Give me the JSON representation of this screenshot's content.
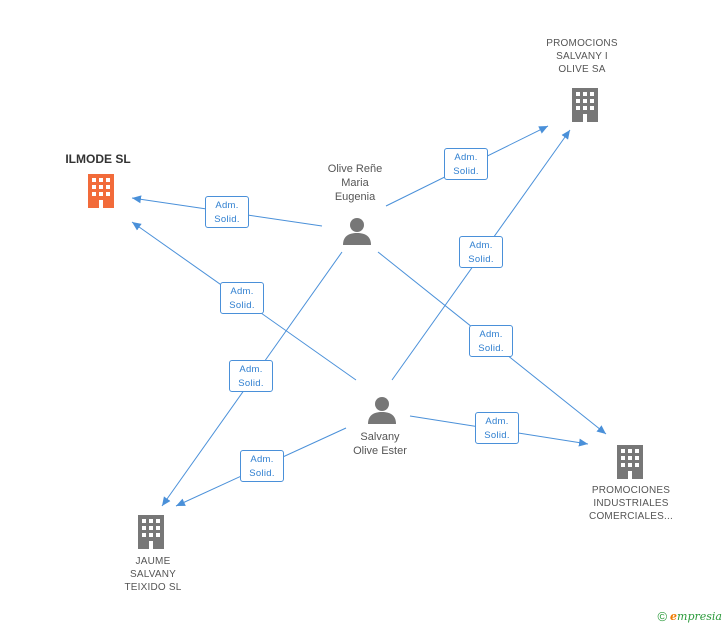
{
  "colors": {
    "edge": "#4a90d9",
    "company_icon": "#777777",
    "main_company_icon": "#f26b3a",
    "person_icon": "#777777"
  },
  "relation_label": {
    "line1": "Adm.",
    "line2": "Solid."
  },
  "nodes": {
    "ilmode": {
      "label": "ILMODE SL",
      "icon": "building-icon"
    },
    "promocions_salvany": {
      "label_lines": [
        "PROMOCIONS",
        "SALVANY I",
        "OLIVE SA"
      ],
      "icon": "building-icon"
    },
    "olive_rene": {
      "label_lines": [
        "Olive Reñe",
        "Maria",
        "Eugenia"
      ],
      "icon": "person-icon"
    },
    "salvany_olive": {
      "label_lines": [
        "Salvany",
        "Olive Ester"
      ],
      "icon": "person-icon"
    },
    "promociones_industriales": {
      "label_lines": [
        "PROMOCIONES",
        "INDUSTRIALES",
        "COMERCIALES..."
      ],
      "icon": "building-icon"
    },
    "jaume_salvany": {
      "label_lines": [
        "JAUME",
        "SALVANY",
        "TEIXIDO SL"
      ],
      "icon": "building-icon"
    }
  },
  "edges": [
    {
      "from": "olive_rene",
      "to": "ilmode",
      "label": "Adm. Solid."
    },
    {
      "from": "olive_rene",
      "to": "promocions_salvany",
      "label": "Adm. Solid."
    },
    {
      "from": "olive_rene",
      "to": "promociones_industriales",
      "label": "Adm. Solid."
    },
    {
      "from": "olive_rene",
      "to": "jaume_salvany",
      "label": "Adm. Solid."
    },
    {
      "from": "salvany_olive",
      "to": "ilmode",
      "label": "Adm. Solid."
    },
    {
      "from": "salvany_olive",
      "to": "promocions_salvany",
      "label": "Adm. Solid."
    },
    {
      "from": "salvany_olive",
      "to": "promociones_industriales",
      "label": "Adm. Solid."
    },
    {
      "from": "salvany_olive",
      "to": "jaume_salvany",
      "label": "Adm. Solid."
    }
  ],
  "footer": {
    "copyright_symbol": "©",
    "brand_first_letter": "e",
    "brand_rest": "mpresia"
  }
}
